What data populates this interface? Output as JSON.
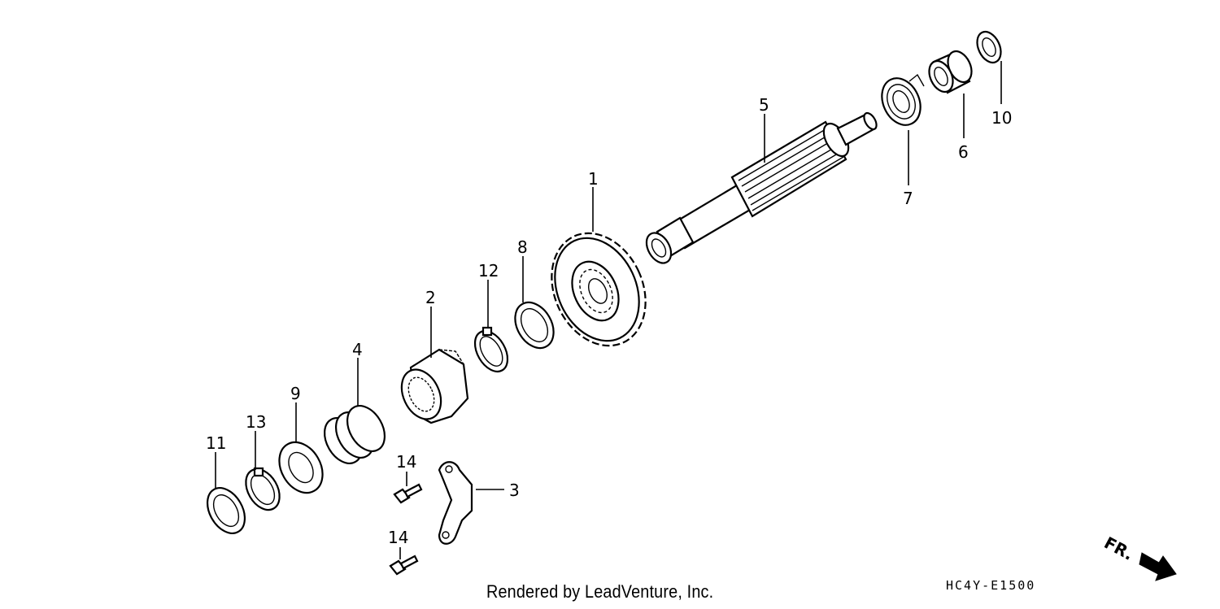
{
  "callouts": {
    "c1": "1",
    "c2": "2",
    "c3": "3",
    "c4": "4",
    "c5": "5",
    "c6": "6",
    "c7": "7",
    "c8": "8",
    "c9": "9",
    "c10": "10",
    "c11": "11",
    "c12": "12",
    "c13": "13",
    "c14a": "14",
    "c14b": "14"
  },
  "direction_label": "FR.",
  "diagram_code": "HC4Y-E1500",
  "footer_text": "Rendered by LeadVenture, Inc."
}
